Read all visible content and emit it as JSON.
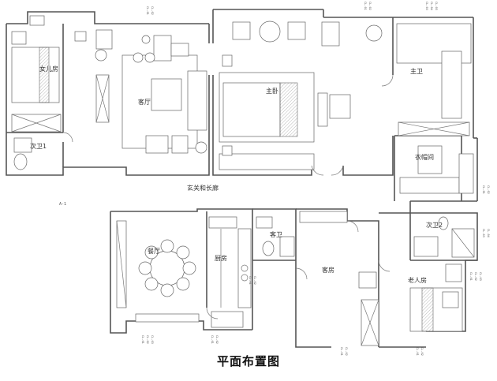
{
  "caption": "平面布置图",
  "rooms": {
    "daughter_room": "女儿房",
    "living_room": "客厅",
    "master_bedroom": "主卧",
    "master_bath": "主卫",
    "cloakroom": "衣帽间",
    "secondary_bath_1": "次卫1",
    "entrance_corridor": "玄关和长廊",
    "dining_room": "餐厅",
    "kitchen": "厨房",
    "guest_bath": "客卫",
    "guest_room": "客房",
    "secondary_bath_2": "次卫2",
    "elder_room": "老人房"
  },
  "section_mark": "A-1",
  "dimension_codes": [
    "CL-01",
    "CL-02",
    "CL-03",
    "CL-04",
    "CL-05"
  ]
}
